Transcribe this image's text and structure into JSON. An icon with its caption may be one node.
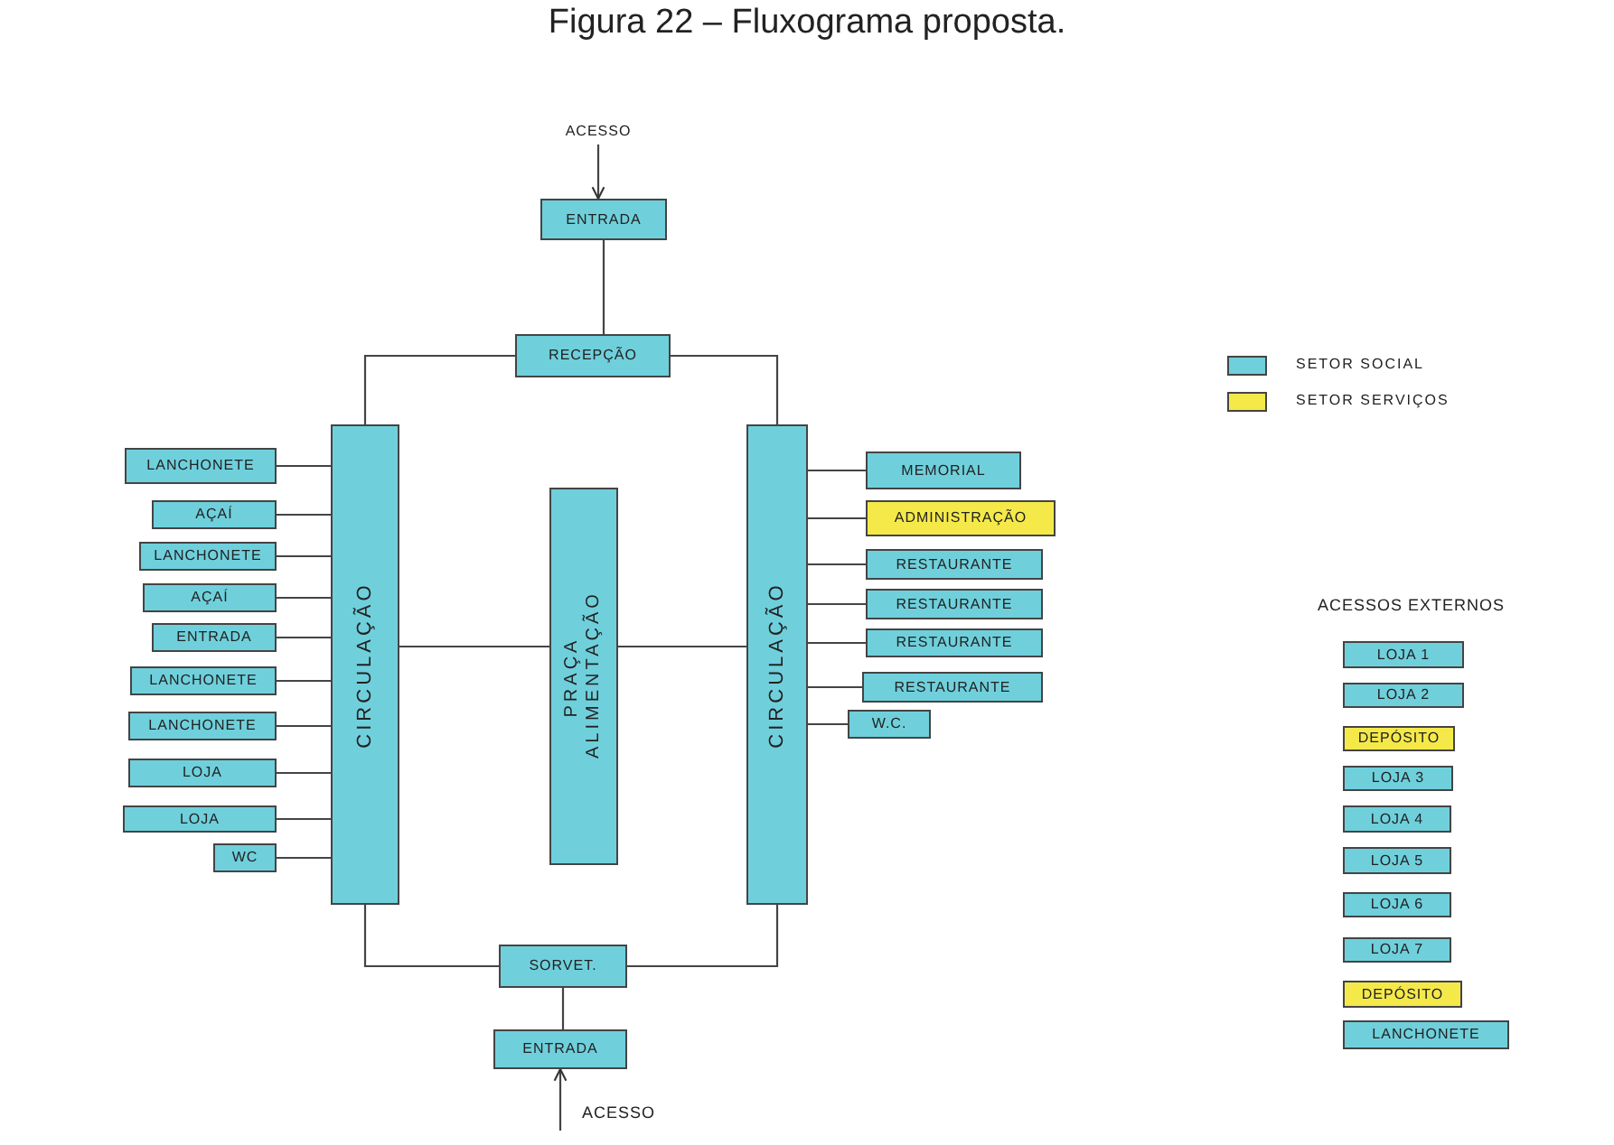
{
  "diagram": {
    "title": "Figura 22 – Fluxograma proposta.",
    "nodes": [
      {
        "text": [
          "ACESSO"
        ]
      },
      {
        "text": [
          "ENTRADA"
        ]
      },
      {
        "text": [
          "RECEPÇÃO"
        ]
      },
      {
        "text": [
          "CIRCULAÇÃO"
        ]
      },
      {
        "text": [
          "PRAÇA ALIMENTAÇÃO"
        ]
      },
      {
        "text": [
          "CIRCULAÇÃO"
        ]
      },
      {
        "text": [
          "LANCHONETE"
        ]
      },
      {
        "text": [
          "AÇAÍ"
        ]
      },
      {
        "text": [
          "LANCHONETE"
        ]
      },
      {
        "text": [
          "AÇAÍ"
        ]
      },
      {
        "text": [
          "ENTRADA"
        ]
      },
      {
        "text": [
          "LANCHONETE"
        ]
      },
      {
        "text": [
          "LANCHONETE"
        ]
      },
      {
        "text": [
          "LOJA"
        ]
      },
      {
        "text": [
          "LOJA"
        ]
      },
      {
        "text": [
          "WC"
        ]
      },
      {
        "text": [
          "MEMORIAL"
        ]
      },
      {
        "text": [
          "ADMINISTRAÇÃO"
        ]
      },
      {
        "text": [
          "RESTAURANTE"
        ]
      },
      {
        "text": [
          "RESTAURANTE"
        ]
      },
      {
        "text": [
          "RESTAURANTE"
        ]
      },
      {
        "text": [
          "RESTAURANTE"
        ]
      },
      {
        "text": [
          "W.C."
        ]
      },
      {
        "text": [
          "SORVET."
        ]
      },
      {
        "text": [
          "ENTRADA"
        ]
      },
      {
        "text": [
          "LOJA 1"
        ]
      },
      {
        "text": [
          "LOJA 2"
        ]
      },
      {
        "text": [
          "DEPÓSITO"
        ]
      },
      {
        "text": [
          "LOJA 3"
        ]
      },
      {
        "text": [
          "LOJA 4"
        ]
      },
      {
        "text": [
          "LOJA 5"
        ]
      },
      {
        "text": [
          "LOJA 6"
        ]
      },
      {
        "text": [
          "LOJA 7"
        ]
      },
      {
        "text": [
          "DEPÓSITO"
        ]
      },
      {
        "text": [
          "LANCHONETE"
        ]
      }
    ],
    "edges": [
      {
        "from": 0,
        "to": 1,
        "arrow": "to"
      },
      {
        "from": 1,
        "to": 2,
        "arrow": "none"
      },
      {
        "from": 2,
        "to": 3,
        "arrow": "none"
      },
      {
        "from": 2,
        "to": 5,
        "arrow": "none"
      },
      {
        "from": 3,
        "to": 4,
        "arrow": "none"
      },
      {
        "from": 4,
        "to": 5,
        "arrow": "none"
      },
      {
        "from": 6,
        "to": 3,
        "arrow": "none"
      },
      {
        "from": 7,
        "to": 3,
        "arrow": "none"
      },
      {
        "from": 8,
        "to": 3,
        "arrow": "none"
      },
      {
        "from": 9,
        "to": 3,
        "arrow": "none"
      },
      {
        "from": 10,
        "to": 3,
        "arrow": "none"
      },
      {
        "from": 11,
        "to": 3,
        "arrow": "none"
      },
      {
        "from": 12,
        "to": 3,
        "arrow": "none"
      },
      {
        "from": 13,
        "to": 3,
        "arrow": "none"
      },
      {
        "from": 14,
        "to": 3,
        "arrow": "none"
      },
      {
        "from": 15,
        "to": 3,
        "arrow": "none"
      },
      {
        "from": 5,
        "to": 16,
        "arrow": "none"
      },
      {
        "from": 5,
        "to": 17,
        "arrow": "none"
      },
      {
        "from": 5,
        "to": 18,
        "arrow": "none"
      },
      {
        "from": 5,
        "to": 19,
        "arrow": "none"
      },
      {
        "from": 5,
        "to": 20,
        "arrow": "none"
      },
      {
        "from": 5,
        "to": 21,
        "arrow": "none"
      },
      {
        "from": 5,
        "to": 22,
        "arrow": "none"
      },
      {
        "from": 3,
        "to": 23,
        "arrow": "none"
      },
      {
        "from": 5,
        "to": 23,
        "arrow": "none"
      },
      {
        "from": 23,
        "to": 24,
        "arrow": "none"
      },
      {
        "from": null,
        "to": 24,
        "arrow": "to"
      }
    ],
    "labels": [
      "ACESSOS EXTERNOS",
      "ACESSO"
    ],
    "legend": [
      {
        "text": "SETOR SOCIAL",
        "color": "#6fd0dc"
      },
      {
        "text": "SETOR SERVIÇOS",
        "color": "#f5e94a"
      }
    ]
  }
}
